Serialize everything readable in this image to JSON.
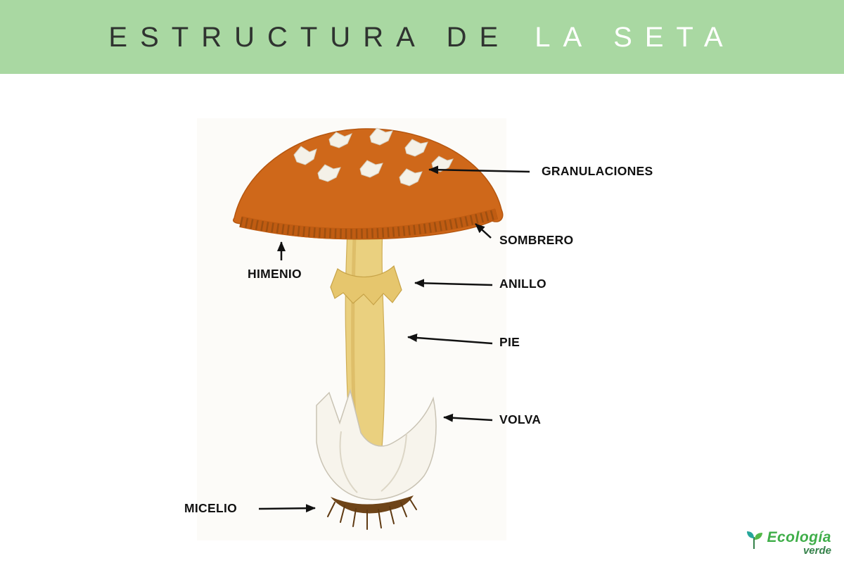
{
  "header": {
    "title_dark": "ESTRUCTURA DE",
    "title_accent": "LA SETA"
  },
  "diagram": {
    "labels": {
      "granulaciones": "GRANULACIONES",
      "sombrero": "SOMBRERO",
      "himenio": "HIMENIO",
      "anillo": "ANILLO",
      "pie": "PIE",
      "volva": "VOLVA",
      "micelio": "MICELIO"
    }
  },
  "logo": {
    "name": "Ecología",
    "suffix": "verde"
  },
  "colors": {
    "header_bg": "#a9d8a2",
    "title_dark": "#2f3330",
    "title_accent": "#ffffff",
    "cap_orange": "#cf681a",
    "gills_dark": "#9e4f10",
    "stem_yellow": "#ead07f",
    "ring_yellow": "#e6c66d",
    "volva_white": "#f7f4ec",
    "mycelium_brown": "#5f3a12",
    "arrow_black": "#111111",
    "logo_green": "#3fae49",
    "logo_teal": "#26a69a"
  }
}
